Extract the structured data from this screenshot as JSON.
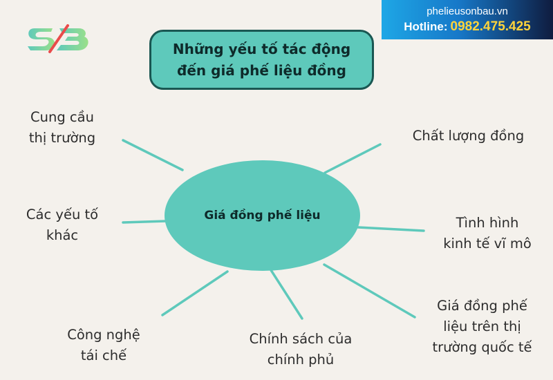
{
  "banner": {
    "site": "phelieusonbau.vn",
    "hotline_label": "Hotline:",
    "hotline_number": "0982.475.425"
  },
  "logo": {
    "text": "SB"
  },
  "title": {
    "line1": "Những yếu tố tác động",
    "line2": "đến giá phế liệu đồng"
  },
  "center_label": "Giá đồng phế liệu",
  "factors": [
    {
      "lines": [
        "Cung cầu",
        "thị trường"
      ]
    },
    {
      "lines": [
        "Chất lượng đồng"
      ]
    },
    {
      "lines": [
        "Các yếu tố",
        "khác"
      ]
    },
    {
      "lines": [
        "Tình hình",
        "kinh tế vĩ mô"
      ]
    },
    {
      "lines": [
        "Công nghệ",
        "tái chế"
      ]
    },
    {
      "lines": [
        "Chính sách của",
        "chính phủ"
      ]
    },
    {
      "lines": [
        "Giá đồng phế",
        "liệu trên thị",
        "trường quốc tế"
      ]
    }
  ],
  "colors": {
    "accent": "#5ec9bb",
    "title_border": "#1a5752",
    "background": "#f4f1ec",
    "text": "#2c2c2c",
    "hotline_number": "#ffd43b"
  }
}
